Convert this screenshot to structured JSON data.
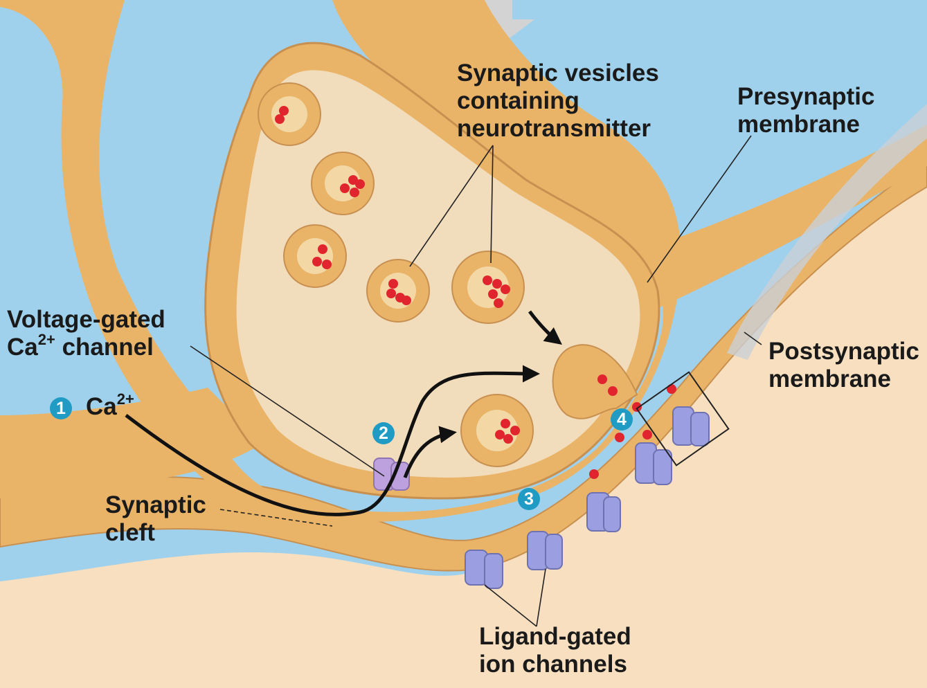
{
  "labels": {
    "synaptic_vesicles": [
      "Synaptic vesicles",
      "containing",
      "neurotransmitter"
    ],
    "presynaptic": [
      "Presynaptic",
      "membrane"
    ],
    "postsynaptic": [
      "Postsynaptic",
      "membrane"
    ],
    "voltage_gated_line1": "Voltage-gated",
    "voltage_gated_line2_prefix": "Ca",
    "voltage_gated_line2_sup": "2+",
    "voltage_gated_line2_suffix": " channel",
    "ca_prefix": "Ca",
    "ca_sup": "2+",
    "synaptic_cleft": [
      "Synaptic",
      "cleft"
    ],
    "ligand_gated": [
      "Ligand-gated",
      "ion channels"
    ]
  },
  "step_badges": [
    "1",
    "2",
    "3",
    "4"
  ],
  "colors": {
    "background_blue": "#9fd1ec",
    "neuron_tan": "#e9b468",
    "neuron_dark": "#b57a2f",
    "cytoplasm": "#f1dcbc",
    "postsynaptic_fill": "#f7dfbf",
    "vesicle_dot": "#e0252f",
    "channel_purple": "#9b9ee0",
    "ca_channel_purple": "#bda1de",
    "badge_blue": "#1f9bc4"
  }
}
